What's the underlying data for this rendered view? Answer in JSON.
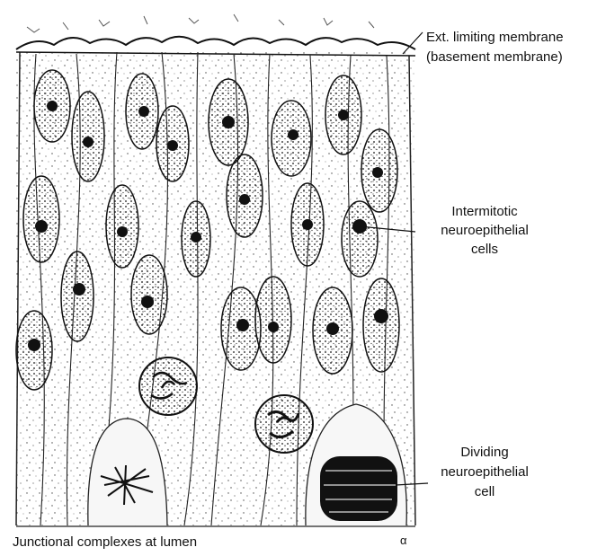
{
  "labels": {
    "ext_limiting_line1": "Ext. limiting membrane",
    "ext_limiting_line2": "(basement membrane)",
    "intermitotic_line1": "Intermitotic",
    "intermitotic_line2": "neuroepithelial",
    "intermitotic_line3": "cells",
    "dividing_line1": "Dividing",
    "dividing_line2": "neuroepithelial",
    "dividing_line3": "cell",
    "junctional": "Junctional complexes at lumen",
    "corner_mark": "α"
  }
}
